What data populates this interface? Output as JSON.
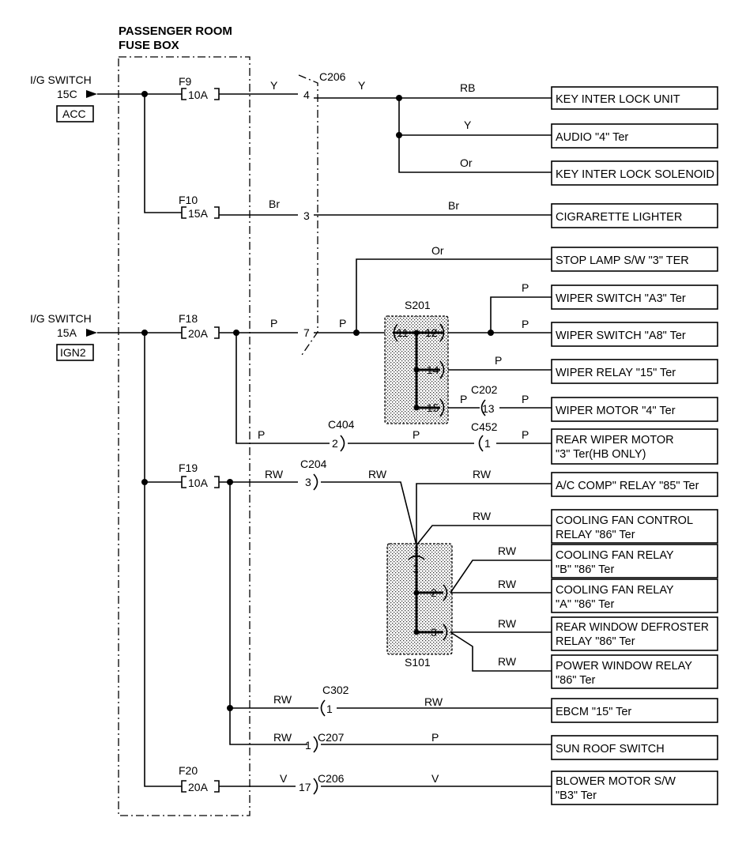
{
  "fuse_box": {
    "title_line1": "PASSENGER ROOM",
    "title_line2": "FUSE BOX"
  },
  "sources": [
    {
      "name": "I/G SWITCH",
      "terminal": "15C",
      "mode": "ACC"
    },
    {
      "name": "I/G SWITCH",
      "terminal": "15A",
      "mode": "IGN2"
    }
  ],
  "fuses": [
    {
      "id": "F9",
      "rating": "10A"
    },
    {
      "id": "F10",
      "rating": "15A"
    },
    {
      "id": "F18",
      "rating": "20A"
    },
    {
      "id": "F19",
      "rating": "10A"
    },
    {
      "id": "F20",
      "rating": "20A"
    }
  ],
  "connectors": {
    "c206_top": "C206",
    "c404": "C404",
    "c452": "C452",
    "c202": "C202",
    "c204": "C204",
    "c302": "C302",
    "c207": "C207",
    "c206_bottom": "C206"
  },
  "pins": {
    "p4": "4",
    "p3": "3",
    "p7": "7",
    "p2": "2",
    "p1_c452": "1",
    "p13": "13",
    "p3_c204": "3",
    "p1_c302": "1",
    "p1_c207": "1",
    "p17": "17"
  },
  "splices": {
    "s201": {
      "label": "S201",
      "pins": [
        "11",
        "12",
        "14",
        "15"
      ]
    },
    "s101": {
      "label": "S101",
      "pins": [
        "1",
        "2",
        "3"
      ]
    }
  },
  "wires": {
    "y1": "Y",
    "y2": "Y",
    "rb": "RB",
    "y3": "Y",
    "or1": "Or",
    "br1": "Br",
    "br2": "Br",
    "or2": "Or",
    "p_w3": "P",
    "p_w8": "P",
    "p_f18": "P",
    "p_c206": "P",
    "p_wr15": "P",
    "p_s15": "P",
    "p_wm4": "P",
    "p_c404": "P",
    "p_mid": "P",
    "p_rw": "P",
    "rw_f19": "RW",
    "rw_c204": "RW",
    "rw_ac": "RW",
    "rw_cfc": "RW",
    "rw_cfb": "RW",
    "rw_cfa": "RW",
    "rw_rwd": "RW",
    "rw_pw": "RW",
    "rw_c302a": "RW",
    "rw_c302b": "RW",
    "rw_c207": "RW",
    "p_sun": "P",
    "v1": "V",
    "v2": "V"
  },
  "components": [
    {
      "line1": "KEY INTER LOCK UNIT"
    },
    {
      "line1": "AUDIO \"4\" Ter"
    },
    {
      "line1": "KEY INTER LOCK SOLENOID"
    },
    {
      "line1": "CIGRARETTE LIGHTER"
    },
    {
      "line1": "STOP LAMP S/W \"3\" TER"
    },
    {
      "line1": "WIPER SWITCH \"A3\" Ter"
    },
    {
      "line1": "WIPER SWITCH \"A8\" Ter"
    },
    {
      "line1": "WIPER RELAY \"15\" Ter"
    },
    {
      "line1": "WIPER MOTOR \"4\" Ter"
    },
    {
      "line1": "REAR WIPER MOTOR",
      "line2": "\"3\" Ter(HB ONLY)"
    },
    {
      "line1": "A/C COMP\" RELAY \"85\" Ter"
    },
    {
      "line1": "COOLING FAN CONTROL",
      "line2": "RELAY \"86\" Ter"
    },
    {
      "line1": "COOLING FAN RELAY",
      "line2": "\"B\" \"86\" Ter"
    },
    {
      "line1": "COOLING FAN RELAY",
      "line2": "\"A\" \"86\" Ter"
    },
    {
      "line1": "REAR WINDOW DEFROSTER",
      "line2": "RELAY \"86\" Ter"
    },
    {
      "line1": "POWER WINDOW RELAY",
      "line2": "\"86\" Ter"
    },
    {
      "line1": "EBCM \"15\" Ter"
    },
    {
      "line1": "SUN ROOF SWITCH"
    },
    {
      "line1": "BLOWER MOTOR S/W",
      "line2": "\"B3\" Ter"
    }
  ]
}
